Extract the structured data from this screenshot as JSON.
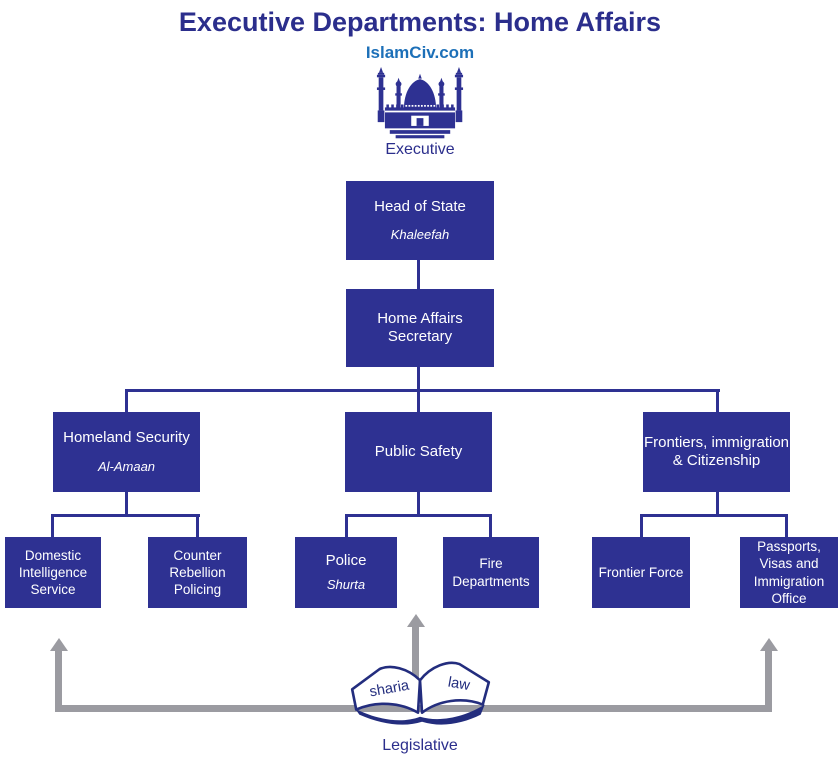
{
  "header": {
    "title": "Executive Departments: Home Affairs",
    "site": "IslamCiv.com"
  },
  "executive": {
    "icon": "mosque-icon",
    "label": "Executive"
  },
  "legislative": {
    "icon": "open-book-icon",
    "label": "Legislative",
    "left_page": "sharia",
    "right_page": "law"
  },
  "colors": {
    "box_navy": "#2e3192",
    "title_navy": "#2b2e8c",
    "site_blue": "#1d70b8",
    "arrow_gray": "#9b9ba1",
    "box_text": "#ffffff"
  },
  "nodes": {
    "head_of_state": {
      "title": "Head of State",
      "subtitle": "Khaleefah"
    },
    "home_affairs_secretary": {
      "title": "Home Affairs Secretary"
    },
    "homeland_security": {
      "title": "Homeland Security",
      "subtitle": "Al-Amaan"
    },
    "public_safety": {
      "title": "Public Safety"
    },
    "frontiers": {
      "title": "Frontiers, immigration & Citizenship"
    },
    "domestic_intelligence": {
      "title": "Domestic Intelligence Service"
    },
    "counter_rebellion": {
      "title": "Counter Rebellion Policing"
    },
    "police": {
      "title": "Police",
      "subtitle": "Shurta"
    },
    "fire_departments": {
      "title": "Fire Departments"
    },
    "frontier_force": {
      "title": "Frontier Force"
    },
    "passports_office": {
      "title": "Passports, Visas and Immigration Office"
    }
  }
}
